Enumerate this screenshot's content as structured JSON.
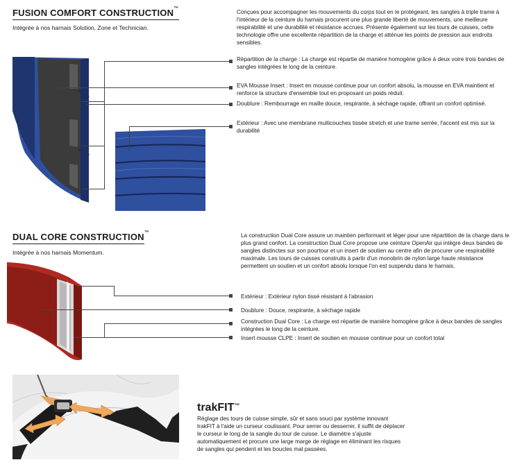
{
  "fusion": {
    "title": "FUSION COMFORT CONSTRUCTION",
    "tm": "™",
    "subtitle": "Intégrée à nos harnais Solution, Zone et Technician.",
    "paragraph": "Conçues pour accompagner les mouvements du corps tout en le protégeant, les sangles à triple trame à l'intérieur de la ceinture du harnais procurent une plus grande liberté de mouvements, une meilleure respirabilité et une durabilité et résistance accrues. Présente également sur les tours de cuisses, cette technologie offre une excellente répartition de la charge et atténue les points de pression aux endroits sensibles.",
    "notes": [
      "Répartition de la charge : La charge est répartie de manière homogène grâce à deux voire trois bandes de sangles intégrées le long de la ceinture.",
      "EVA Mousse Insert : Insert en mousse continue pour un confort absolu, la mousse en EVA maintient et renforce la structure d'ensemble  tout en proposant un poids réduit.",
      "Doublure : Rembourrage en maille douce, respirante, à séchage rapide, offrant un confort optimisé.",
      "Extérieur : Avec une membrane multicouches tissée stretch et une trame serrée, l'accent est mis sur la durabilité"
    ]
  },
  "dual": {
    "title": "DUAL CORE CONSTRUCTION",
    "tm": "™",
    "subtitle": "Intégrée à nos harnais Momentum.",
    "paragraph": "La construction Dual Core assure un maintien performant et léger pour une répartition de la charge dans le plus grand confort. La construction Dual Core propose une ceinture OpenAir qui intègre deux bandes de sangles distinctes sur son pourtour et un insert de soutien au centre afin de procurer une respirabilité maximale. Les tours de cuisses construits à partir d'un monobrin de nylon large haute résistance permettent un soutien et un confort absolu lorsque l'on est suspendu dans le harnais.",
    "notes": [
      "Extérieur : Extérieur nylon tissé résistant à l'abrasion",
      "Doublure : Douce, respirante, à séchage rapide",
      "Construction Dual Core : La charge est répartie de manière homogène grâce à deux bandes de sangles intégrées le long de la ceinture.",
      "Insert mousse CLPE : Insert de soutien en mousse continue pour un confort total"
    ]
  },
  "trakfit": {
    "title": "trakFIT",
    "tm": "™",
    "paragraph": "Réglage des tours de cuisse simple, sûr et sans souci par système innovant trakFIT à l'aide un curseur coulissant. Pour serrer ou desserrer, il suffit de déplacer le curseur le long de la sangle du tour de cuisse. Le diamètre s'ajuste automatiquement et procure une large marge de réglage en éliminant les risques de sangles qui pendent et les boucles mal passées."
  },
  "colors": {
    "fusion_blue": "#2f4f9f",
    "dual_red": "#b02a22",
    "arrow_orange": "#f0a95a"
  }
}
